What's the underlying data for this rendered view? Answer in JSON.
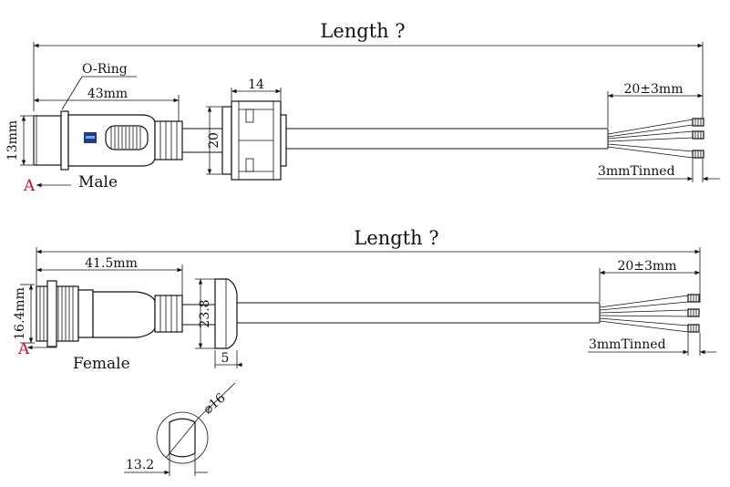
{
  "male": {
    "length_label": "Length ?",
    "oring_label": "O-Ring",
    "body_length": "43mm",
    "diameter": "13mm",
    "nut_width": "14",
    "nut_height": "20",
    "strip_length": "20±3mm",
    "tinned_label": "3mmTinned",
    "view_marker": "A",
    "name": "Male"
  },
  "female": {
    "length_label": "Length ?",
    "body_length": "41.5mm",
    "diameter": "16.4mm",
    "nut_height": "23.8",
    "nut_width": "5",
    "strip_length": "20±3mm",
    "tinned_label": "3mmTinned",
    "view_marker": "A",
    "name": "Female"
  },
  "section": {
    "diameter": "⌀16",
    "flat_width": "13.2"
  },
  "colors": {
    "line": "#111111",
    "marker": "#c8102e",
    "logo": "#1f3a8a"
  }
}
